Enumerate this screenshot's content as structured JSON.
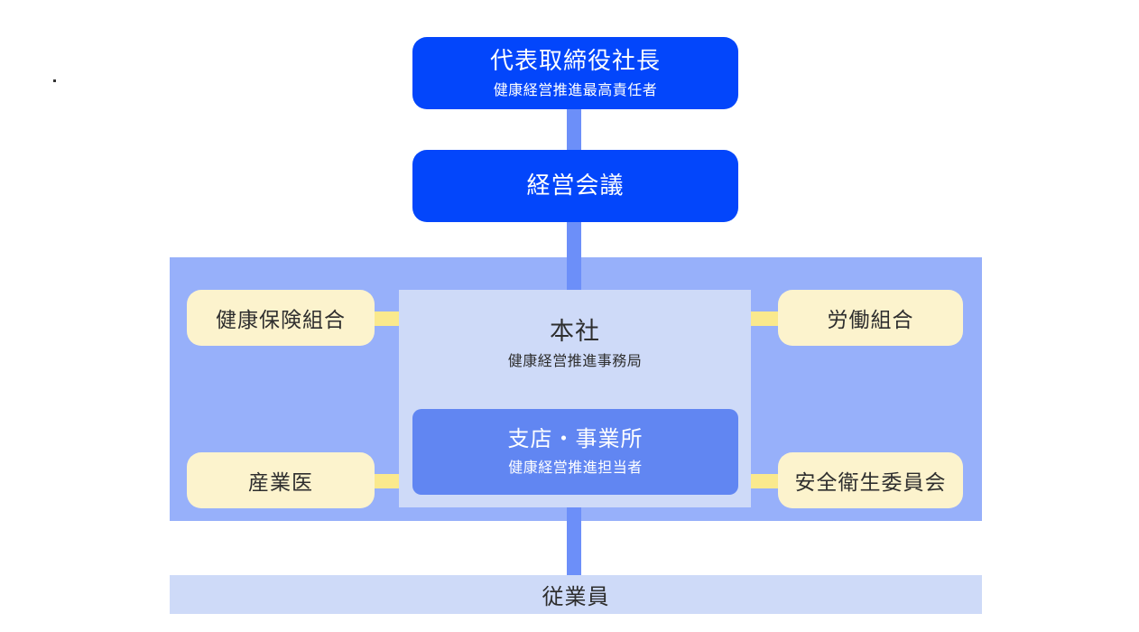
{
  "diagram": {
    "type": "org-chart",
    "theme": "health-management-promotion-structure",
    "colors": {
      "primary_blue": "#0346fb",
      "connector_blue": "#6c8ff9",
      "container_periwinkle": "#97b0fa",
      "lavender": "#cedaf8",
      "inner_blue": "#6186f2",
      "cream": "#fcf3cd",
      "yellow_link": "#fae98d",
      "dark_text": "#2e2e2e",
      "white_text": "#ffffff"
    }
  },
  "nodes": {
    "president": {
      "title": "代表取締役社長",
      "subtitle": "健康経営推進最高責任者"
    },
    "management_meeting": {
      "title": "経営会議"
    },
    "headquarters": {
      "title": "本社",
      "subtitle": "健康経営推進事務局"
    },
    "branches": {
      "title": "支店・事業所",
      "subtitle": "健康経営推進担当者"
    },
    "left_partners": [
      {
        "label": "健康保険組合"
      },
      {
        "label": "産業医"
      }
    ],
    "right_partners": [
      {
        "label": "労働組合"
      },
      {
        "label": "安全衛生委員会"
      }
    ],
    "employees": {
      "label": "従業員"
    }
  }
}
